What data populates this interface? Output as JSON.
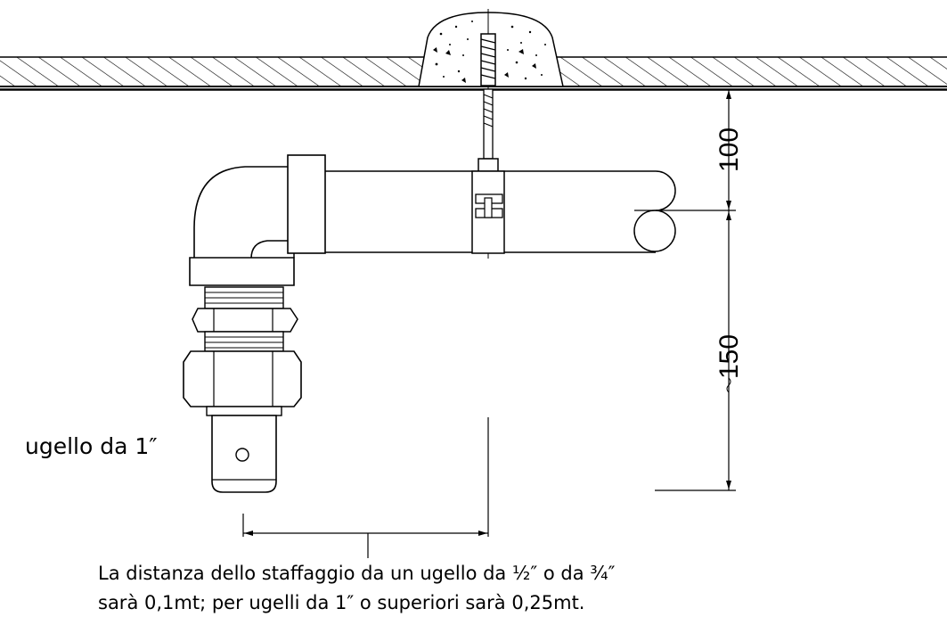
{
  "dimensions": {
    "top_value": "100",
    "bottom_value": "150"
  },
  "labels": {
    "nozzle": "ugello da 1″",
    "note_line1": "La distanza dello staffaggio da un ugello da ½″ o da ¾″",
    "note_line2": "sarà 0,1mt; per ugelli da 1″ o superiori sarà 0,25mt."
  }
}
